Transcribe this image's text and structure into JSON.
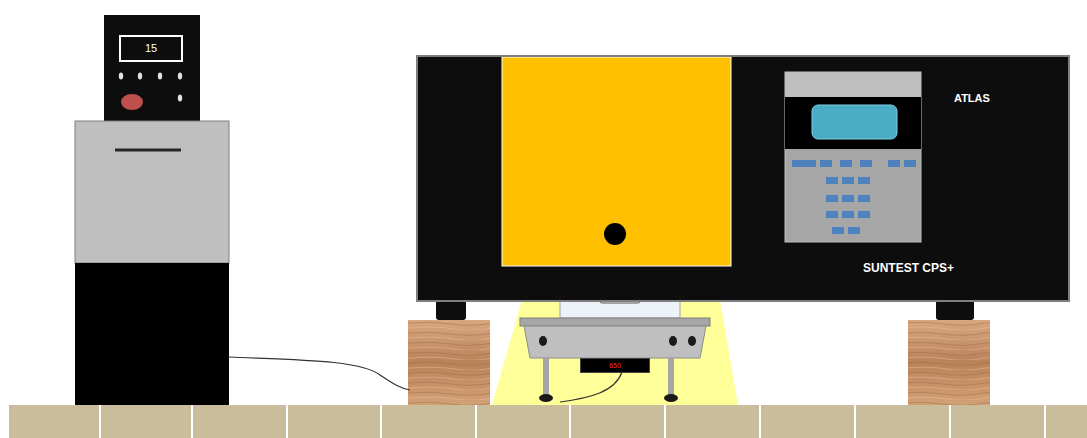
{
  "diagram": {
    "nodes": [
      {
        "text": [
          "ATLAS",
          "SUNTEST CPS+"
        ]
      },
      {
        "text": [
          "15"
        ]
      },
      {
        "text": [
          "650"
        ]
      }
    ]
  }
}
